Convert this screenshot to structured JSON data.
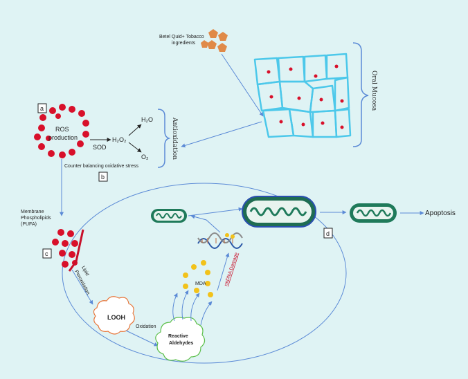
{
  "labels": {
    "betel": [
      "Betel Quid+ Tobacco",
      "ingredients"
    ],
    "oral_mucosa": "Oral Mucosa",
    "antioxidation": "Antioxidation",
    "ros": [
      "ROS",
      "production"
    ],
    "sod": "SOD",
    "h2o2": "H₂O₂",
    "h2o": "H₂O",
    "o2": "O₂",
    "counter": "Counter balancing oxidative stress",
    "membrane": [
      "Membrane",
      "Phospholipids",
      "(PUFA)"
    ],
    "lipid": [
      "Lipid",
      "Peroxidation"
    ],
    "looh": "LOOH",
    "oxidation": "Oxidation",
    "aldehydes": [
      "Reactive",
      "Aldehydes"
    ],
    "mda": "MDA",
    "mtdna": "mtDNA Damage",
    "apoptosis": "Apoptosis",
    "box_a": "a",
    "box_b": "b",
    "box_c": "c",
    "box_d": "d"
  },
  "colors": {
    "background": "#dff3f4",
    "ros_red": "#d8102a",
    "tobacco_orange": "#e08a48",
    "mucosa_cyan": "#4cc8ea",
    "arrow_blue": "#5b8ad6",
    "mito_green": "#1f7a5a",
    "mda_yellow": "#f2c21a",
    "looh_orange": "#e8763a",
    "aldehyde_green": "#5cbf4a"
  }
}
